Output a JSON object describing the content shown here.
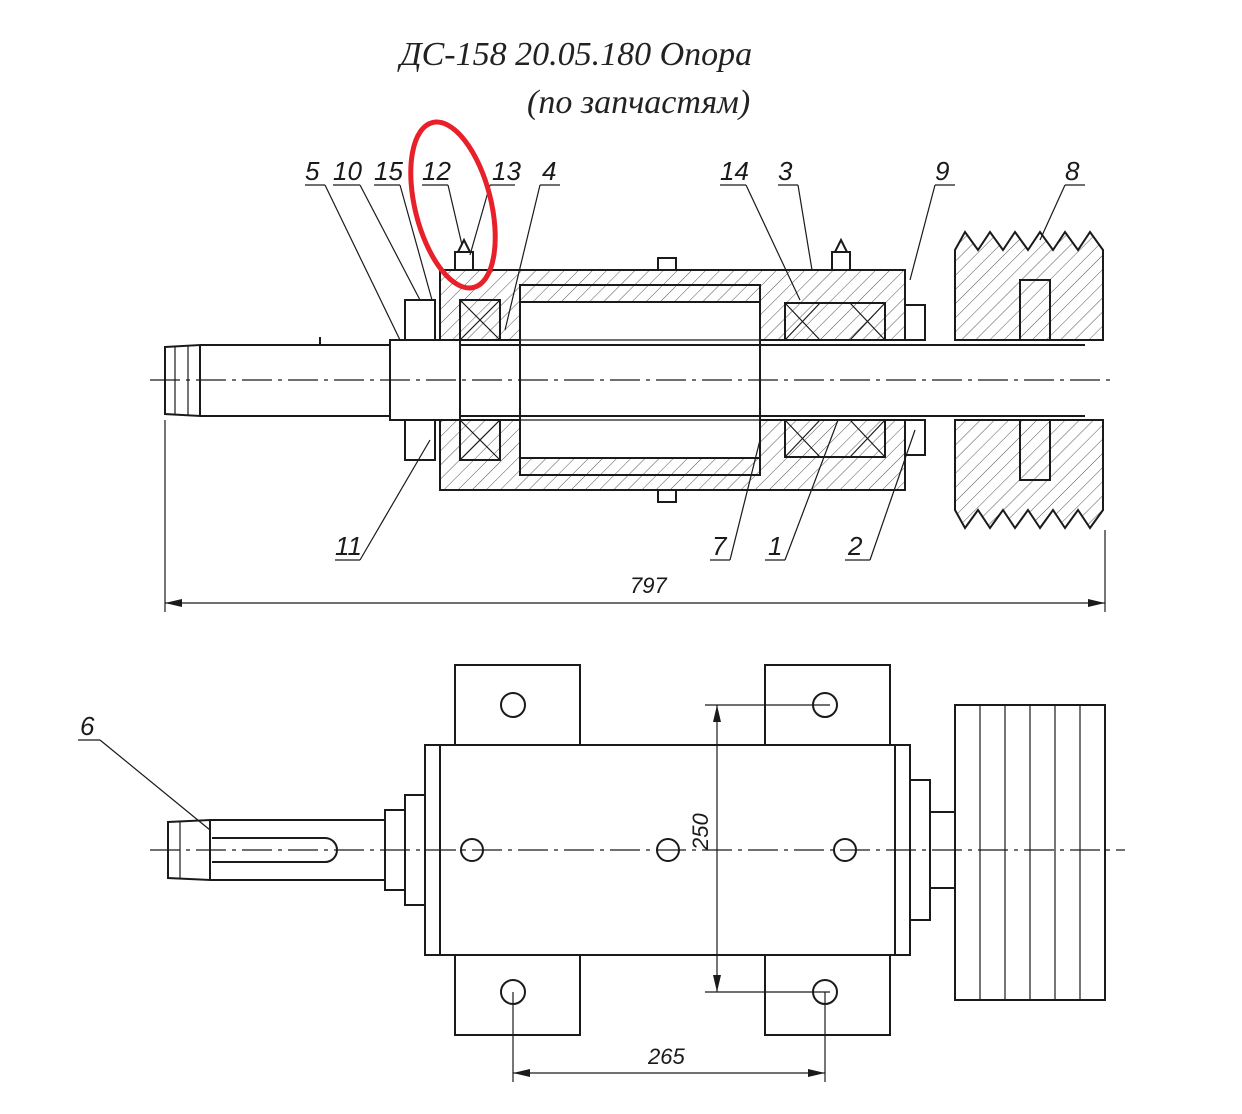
{
  "title": {
    "line1": "ДС-158 20.05.180 Опора",
    "line2": "(по запчастям)"
  },
  "top_view": {
    "part_labels": [
      "5",
      "10",
      "15",
      "12",
      "13",
      "4",
      "14",
      "3",
      "9",
      "8",
      "11",
      "7",
      "1",
      "2"
    ],
    "overall_length": "797"
  },
  "bottom_view": {
    "part_label_shaft": "6",
    "dim_height": "250",
    "dim_width": "265"
  },
  "highlight_color": "#e8202a"
}
